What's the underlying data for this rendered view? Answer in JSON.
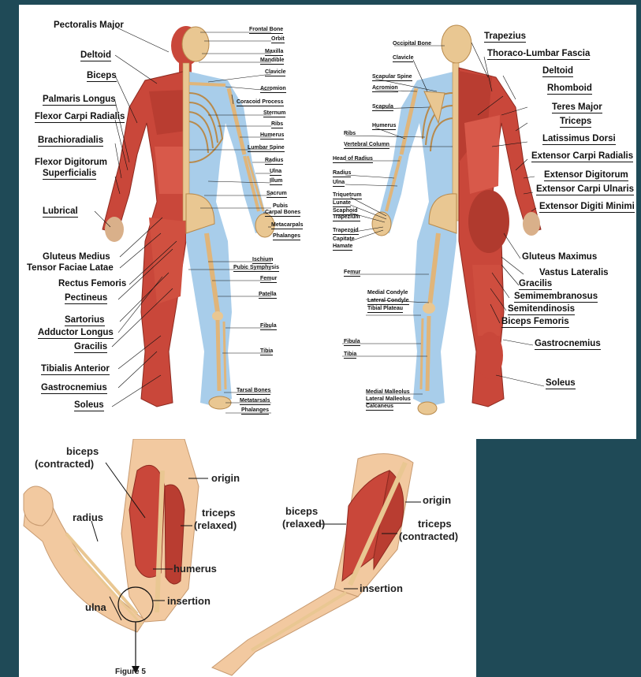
{
  "front_left_labels": [
    "Pectoralis Major",
    "Deltoid",
    "Biceps",
    "Palmaris Longus",
    "Flexor Carpi Radialis",
    "Brachioradialis",
    "Flexor Digitorum",
    "Superficialis",
    "Lubrical",
    "Gluteus Medius",
    "Tensor Faciae Latae",
    "Rectus Femoris",
    "Pectineus",
    "Sartorius",
    "Adductor Longus",
    "Gracilis",
    "Tibialis Anterior",
    "Gastrocnemius",
    "Soleus"
  ],
  "front_right_labels": [
    "Frontal Bone",
    "Orbit",
    "Maxilla",
    "Mandible",
    "Clavicle",
    "Acromion",
    "Coracoid Process",
    "Sternum",
    "Ribs",
    "Humerus",
    "Lumbar Spine",
    "Radius",
    "Ulna",
    "Illum",
    "Sacrum",
    "Pubis",
    "Carpal Bones",
    "Metacarpals",
    "Phalanges",
    "Ischium",
    "Pubic Symphysis",
    "Femur",
    "Patella",
    "Fibula",
    "Tibia",
    "Tarsal Bones",
    "Metatarsals",
    "Phalanges"
  ],
  "back_left_labels": [
    "Occipital Bone",
    "Clavicle",
    "Scapular Spine",
    "Acromion",
    "Scapula",
    "Humerus",
    "Ribs",
    "Vertebral Column",
    "Head of Radius",
    "Radius",
    "Ulna",
    "Triquetrum",
    "Lunate",
    "Scaphoid",
    "Trapezium",
    "Trapezoid",
    "Capitate",
    "Hamate",
    "Femur",
    "Medial Condyle",
    "Lateral Condyle",
    "Tibial Plateau",
    "Fibula",
    "Tibia",
    "Medial Malleolus",
    "Lateral Malleolus",
    "Calcaneus"
  ],
  "back_right_labels": [
    "Trapezius",
    "Thoraco-Lumbar Fascia",
    "Deltoid",
    "Rhomboid",
    "Teres Major",
    "Triceps",
    "Latissimus Dorsi",
    "Extensor Carpi Radialis",
    "Extensor Digitorum",
    "Extensor Carpi Ulnaris",
    "Extensor Digiti Minimi",
    "Gluteus Maximus",
    "Vastus Lateralis",
    "Gracilis",
    "Semimembranosus",
    "Semitendinosis",
    "Biceps Femoris",
    "Gastrocnemius",
    "Soleus"
  ],
  "arm_labels": {
    "biceps_contracted_1": "biceps",
    "biceps_contracted_2": "(contracted)",
    "origin_1": "origin",
    "triceps_relaxed_1": "triceps",
    "triceps_relaxed_2": "(relaxed)",
    "radius": "radius",
    "humerus": "humerus",
    "insertion_1": "insertion",
    "ulna": "ulna",
    "figure": "Figure 5",
    "biceps_relaxed_1": "biceps",
    "biceps_relaxed_2": "(relaxed)",
    "origin_2": "origin",
    "triceps_contracted_1": "triceps",
    "triceps_contracted_2": "(contracted)",
    "insertion_2": "insertion"
  },
  "colors": {
    "background": "#1f4a57",
    "muscle": "#c9473a",
    "muscle_dark": "#9c2a22",
    "bone": "#e9c792",
    "bone_outline": "#b88a4c",
    "body_fill": "#a8cdea",
    "skin": "#f2c9a0"
  }
}
